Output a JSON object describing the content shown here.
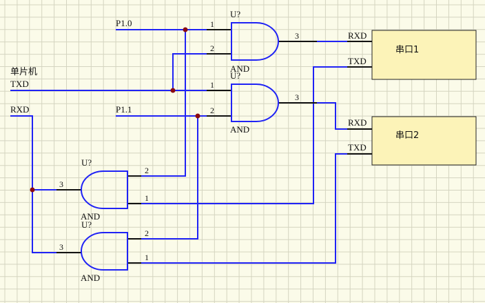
{
  "colors": {
    "background": "#fbfbe9",
    "grid": "#d4d4c0",
    "wire": "#1f22f5",
    "junction": "#8b0a10",
    "connector_fill": "#fcf3b8"
  },
  "nets": {
    "p10": "P1.0",
    "p11": "P1.1",
    "mcu_title": "单片机",
    "mcu_txd": "TXD",
    "mcu_rxd": "RXD"
  },
  "gates": [
    {
      "ref": "U?",
      "type": "AND",
      "in_a": "1",
      "in_b": "2",
      "out": "3"
    },
    {
      "ref": "U?",
      "type": "AND",
      "in_a": "1",
      "in_b": "2",
      "out": "3"
    },
    {
      "ref": "U?",
      "type": "AND",
      "in_a": "2",
      "in_b": "1",
      "out": "3"
    },
    {
      "ref": "U?",
      "type": "AND",
      "in_a": "2",
      "in_b": "1",
      "out": "3"
    }
  ],
  "ports": [
    {
      "name": "串口1",
      "rxd": "RXD",
      "txd": "TXD"
    },
    {
      "name": "串口2",
      "rxd": "RXD",
      "txd": "TXD"
    }
  ]
}
